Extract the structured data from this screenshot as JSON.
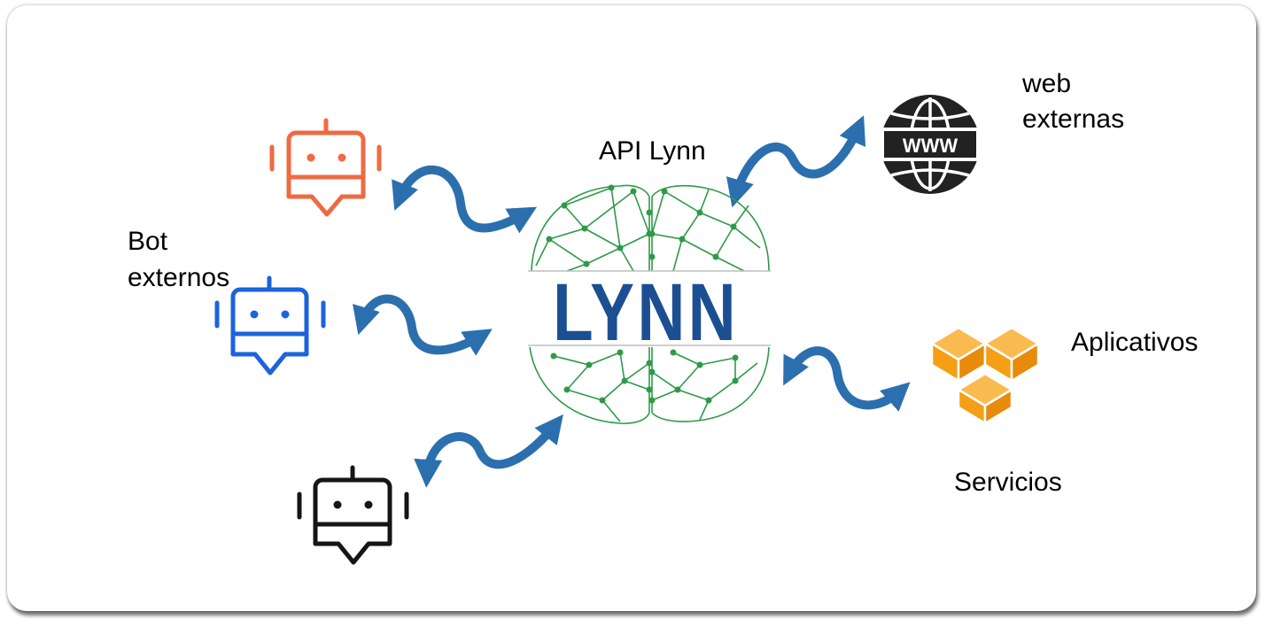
{
  "labels": {
    "api": "API Lynn",
    "bot": [
      "Bot",
      "externos"
    ],
    "web": [
      "web",
      "externas"
    ],
    "apps": "Aplicativos",
    "services": "Servicios",
    "logo_text": "LYNN",
    "www": "WWW"
  },
  "icons": {
    "bots": [
      "robot-icon",
      "robot-icon",
      "robot-icon"
    ],
    "web": "globe-www-icon",
    "apps": "cubes-icon",
    "brain": "brain-network-icon"
  },
  "colors": {
    "bot_top": "#ee6a43",
    "bot_middle": "#1c63dc",
    "bot_bottom": "#151515",
    "arrow": "#2c6fae",
    "brain": "#2e9a47",
    "logo": "#1c4f92",
    "cubes": "#f59f16",
    "globe": "#222222"
  }
}
